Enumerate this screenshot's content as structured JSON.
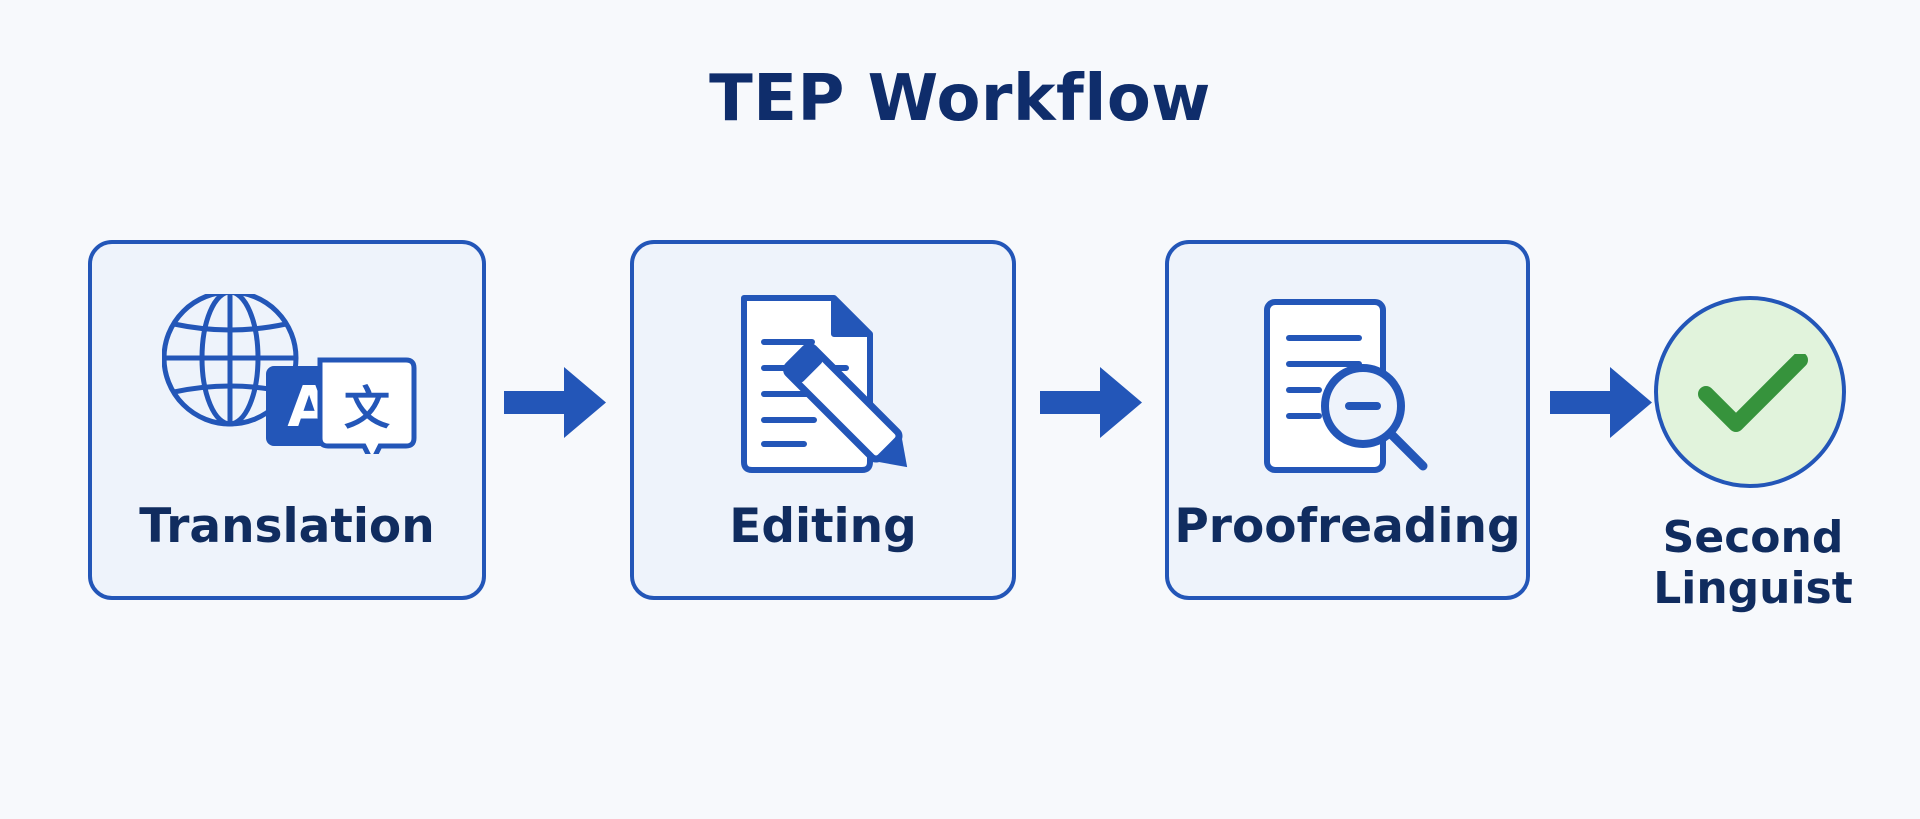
{
  "title": "TEP Workflow",
  "colors": {
    "primary_blue": "#2356b8",
    "text_navy": "#102c5f",
    "box_fill": "#eef3fb",
    "success_fill": "#e1f3dc",
    "check_green": "#36933c"
  },
  "steps": [
    {
      "label": "Translation",
      "icon": "globe-translate-icon"
    },
    {
      "label": "Editing",
      "icon": "document-edit-icon"
    },
    {
      "label": "Proofreading",
      "icon": "document-search-icon"
    }
  ],
  "final_step": {
    "label_line1": "Second",
    "label_line2": "Linguist",
    "icon": "checkmark-icon"
  }
}
